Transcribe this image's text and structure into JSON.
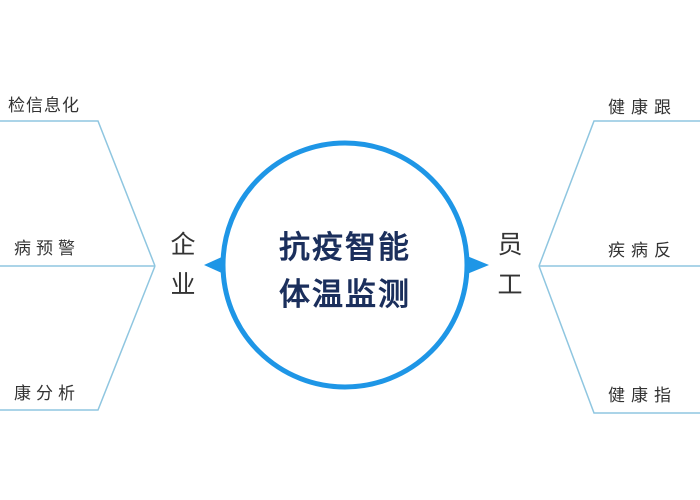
{
  "center": {
    "line1": "抗疫智能",
    "line2": "体温监测"
  },
  "left": {
    "label": "企业",
    "items": [
      "检信息化",
      "病预警",
      "康分析"
    ]
  },
  "right": {
    "label": "员工",
    "items": [
      "健康跟",
      "疾病反",
      "健康指"
    ]
  },
  "colors": {
    "circle": "#1e96e6",
    "lines": "#8fc6e0",
    "title": "#1b2f5c",
    "text": "#333333"
  }
}
